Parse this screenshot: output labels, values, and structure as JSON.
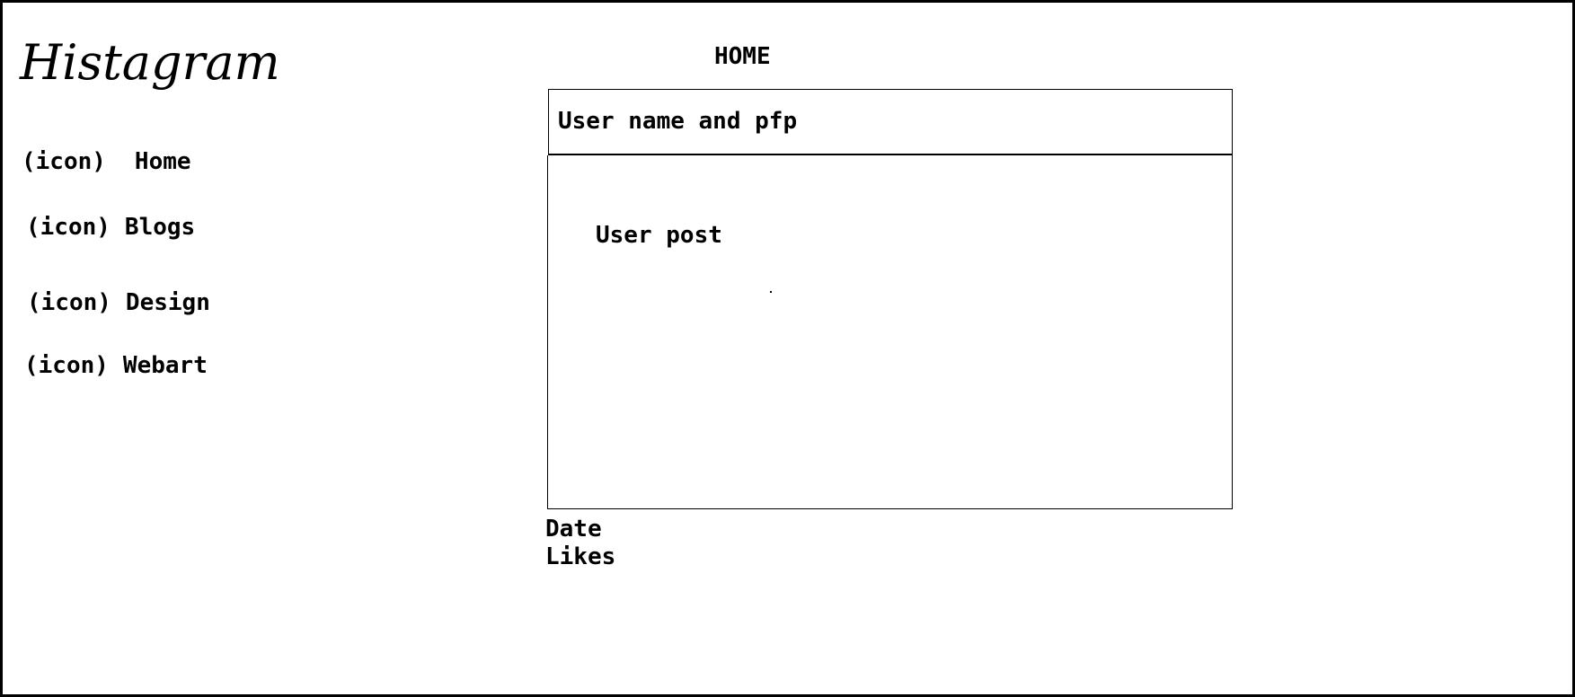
{
  "app": {
    "logo_text": "Histagram"
  },
  "sidebar": {
    "items": [
      {
        "icon": "(icon)",
        "label": "Home"
      },
      {
        "icon": "(icon)",
        "label": "Blogs"
      },
      {
        "icon": "(icon)",
        "label": "Design"
      },
      {
        "icon": "(icon)",
        "label": "Webart"
      }
    ]
  },
  "main": {
    "page_title": "HOME",
    "post": {
      "header_text": "User name and pfp",
      "body_text": "User post",
      "date_label": "Date",
      "likes_label": "Likes"
    }
  }
}
